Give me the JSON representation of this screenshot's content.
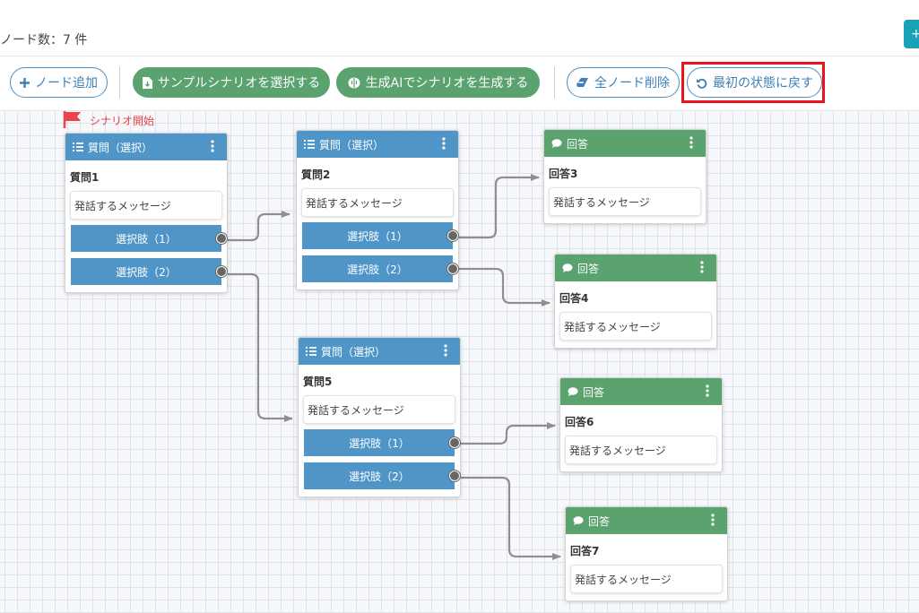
{
  "header": {
    "node_count": "ノード数：7 件"
  },
  "toolbar": {
    "add_node": "ノード追加",
    "select_sample": "サンプルシナリオを選択する",
    "generate_ai": "生成AIでシナリオを生成する",
    "delete_all": "全ノード削除",
    "reset": "最初の状態に戻す"
  },
  "canvas": {
    "start_label": "シナリオ開始",
    "nodes": [
      {
        "type": "質問（選択）",
        "title": "質問1",
        "message": "発話するメッセージ",
        "options": [
          "選択肢（1）",
          "選択肢（2）"
        ]
      },
      {
        "type": "質問（選択）",
        "title": "質問2",
        "message": "発話するメッセージ",
        "options": [
          "選択肢（1）",
          "選択肢（2）"
        ]
      },
      {
        "type": "回答",
        "title": "回答3",
        "message": "発話するメッセージ"
      },
      {
        "type": "回答",
        "title": "回答4",
        "message": "発話するメッセージ"
      },
      {
        "type": "質問（選択）",
        "title": "質問5",
        "message": "発話するメッセージ",
        "options": [
          "選択肢（1）",
          "選択肢（2）"
        ]
      },
      {
        "type": "回答",
        "title": "回答6",
        "message": "発話するメッセージ"
      },
      {
        "type": "回答",
        "title": "回答7",
        "message": "発話するメッセージ"
      }
    ]
  },
  "colors": {
    "question_header": "#4f95c8",
    "answer_header": "#5aa26e",
    "highlight": "#e8131f",
    "start_flag": "#e8444a"
  },
  "icons": [
    "plus-icon",
    "download-file-icon",
    "brain-icon",
    "eraser-icon",
    "undo-icon",
    "list-icon",
    "comment-icon",
    "kebab-menu-icon",
    "flag-icon"
  ]
}
